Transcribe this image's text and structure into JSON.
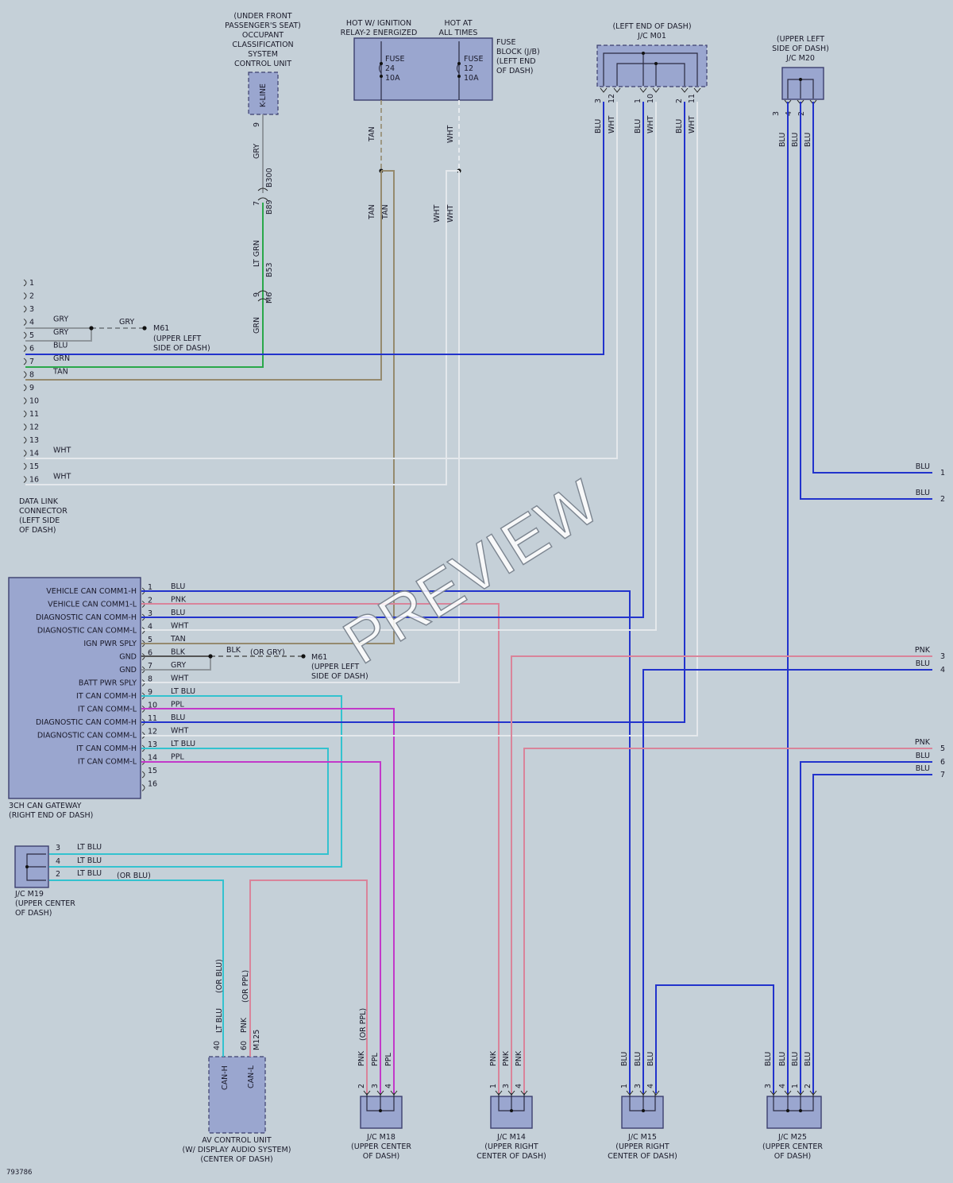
{
  "diagram_id": "793786",
  "watermark": "PREVIEW",
  "occupant_unit": {
    "lines": [
      "(UNDER FRONT",
      "PASSENGER'S SEAT)",
      "OCCUPANT",
      "CLASSIFICATION",
      "SYSTEM",
      "CONTROL UNIT"
    ],
    "pin_label": "K-LINE",
    "pin": "9"
  },
  "fuse_block": {
    "hot_ign": [
      "HOT W/ IGNITION",
      "RELAY-2 ENERGIZED"
    ],
    "hot_all": [
      "HOT AT",
      "ALL TIMES"
    ],
    "name": [
      "FUSE",
      "BLOCK (J/B)",
      "(LEFT END",
      "OF DASH)"
    ],
    "fuse1": [
      "FUSE",
      "24",
      "10A"
    ],
    "fuse2": [
      "FUSE",
      "12",
      "10A"
    ]
  },
  "jc_m01": {
    "lines": [
      "(LEFT END OF DASH)",
      "J/C M01"
    ],
    "pins": [
      "3",
      "12",
      "1",
      "10",
      "2",
      "11"
    ],
    "wires": [
      "BLU",
      "WHT",
      "BLU",
      "WHT",
      "BLU",
      "WHT"
    ]
  },
  "jc_m20": {
    "lines": [
      "(UPPER LEFT",
      "SIDE OF DASH)",
      "J/C M20"
    ],
    "pins": [
      "3",
      "4",
      "2"
    ],
    "wires": [
      "BLU",
      "BLU",
      "BLU"
    ]
  },
  "wire_labels": {
    "tan": "TAN",
    "wht": "WHT",
    "gry": "GRY",
    "ltgrn": "LT GRN",
    "grn": "GRN",
    "blk": "BLK",
    "orgry": "(OR GRY)",
    "blu": "BLU",
    "pnk": "PNK",
    "ltblu": "LT BLU",
    "orblu": "(OR BLU)",
    "orppl": "(OR PPL)",
    "ppl": "PPL"
  },
  "connectors": {
    "b300": "B300",
    "b89": "B89",
    "b53": "B53",
    "m6": "M6",
    "p7": "7",
    "p9": "9"
  },
  "m61": {
    "name": "M61",
    "lines": [
      "(UPPER LEFT",
      "SIDE OF DASH)"
    ]
  },
  "dlc": {
    "pins": [
      "1",
      "2",
      "3",
      "4",
      "5",
      "6",
      "7",
      "8",
      "9",
      "10",
      "11",
      "12",
      "13",
      "14",
      "15",
      "16"
    ],
    "wires": [
      "",
      "",
      "",
      "GRY",
      "GRY",
      "BLU",
      "GRN",
      "TAN",
      "",
      "",
      "",
      "",
      "",
      "WHT",
      "",
      "WHT"
    ],
    "lines": [
      "DATA LINK",
      "CONNECTOR",
      "(LEFT SIDE",
      "OF DASH)"
    ]
  },
  "gateway": {
    "functions": [
      "VEHICLE CAN COMM1-H",
      "VEHICLE CAN COMM1-L",
      "DIAGNOSTIC CAN COMM-H",
      "DIAGNOSTIC CAN COMM-L",
      "IGN PWR SPLY",
      "GND",
      "GND",
      "BATT PWR SPLY",
      "IT CAN COMM-H",
      "IT CAN COMM-L",
      "DIAGNOSTIC CAN COMM-H",
      "DIAGNOSTIC CAN COMM-L",
      "IT CAN COMM-H",
      "IT CAN COMM-L",
      "",
      ""
    ],
    "pins": [
      "1",
      "2",
      "3",
      "4",
      "5",
      "6",
      "7",
      "8",
      "9",
      "10",
      "11",
      "12",
      "13",
      "14",
      "15",
      "16"
    ],
    "wires": [
      "BLU",
      "PNK",
      "BLU",
      "WHT",
      "TAN",
      "BLK",
      "GRY",
      "WHT",
      "LT BLU",
      "PPL",
      "BLU",
      "WHT",
      "LT BLU",
      "PPL",
      "",
      ""
    ],
    "lines": [
      "3CH CAN GATEWAY",
      "(RIGHT END OF DASH)"
    ]
  },
  "right_outputs": [
    {
      "num": "1",
      "wire": "BLU"
    },
    {
      "num": "2",
      "wire": "BLU"
    },
    {
      "num": "3",
      "wire": "PNK"
    },
    {
      "num": "4",
      "wire": "BLU"
    },
    {
      "num": "5",
      "wire": "PNK"
    },
    {
      "num": "6",
      "wire": "BLU"
    },
    {
      "num": "7",
      "wire": "BLU"
    }
  ],
  "jc_m19": {
    "lines": [
      "J/C M19",
      "(UPPER CENTER",
      "OF DASH)"
    ],
    "pins": [
      "3",
      "4",
      "2"
    ],
    "wires": [
      "LT BLU",
      "LT BLU",
      "LT BLU"
    ]
  },
  "av_unit": {
    "lines": [
      "AV CONTROL UNIT",
      "(W/ DISPLAY AUDIO SYSTEM)",
      "(CENTER OF DASH)"
    ],
    "pin_h": "CAN-H",
    "pin_l": "CAN-L",
    "pins": [
      "40",
      "60"
    ],
    "conn": "M125"
  },
  "jc_m18": {
    "lines": [
      "J/C M18",
      "(UPPER CENTER",
      "OF DASH)"
    ],
    "pins": [
      "2",
      "3",
      "4"
    ],
    "wires": [
      "PNK",
      "PPL",
      "PPL"
    ]
  },
  "jc_m14": {
    "lines": [
      "J/C M14",
      "(UPPER RIGHT",
      "CENTER OF DASH)"
    ],
    "pins": [
      "1",
      "3",
      "4"
    ],
    "wires": [
      "PNK",
      "PNK",
      "PNK"
    ]
  },
  "jc_m15": {
    "lines": [
      "J/C M15",
      "(UPPER RIGHT",
      "CENTER OF DASH)"
    ],
    "pins": [
      "1",
      "3",
      "4"
    ],
    "wires": [
      "BLU",
      "BLU",
      "BLU"
    ]
  },
  "jc_m25": {
    "lines": [
      "J/C M25",
      "(UPPER CENTER",
      "OF DASH)"
    ],
    "pins": [
      "3",
      "4",
      "1",
      "2"
    ],
    "wires": [
      "BLU",
      "BLU",
      "BLU",
      "BLU"
    ]
  },
  "colors": {
    "blu": "#2233cc",
    "wht": "#e4e8ec",
    "gry": "#8f969c",
    "grn": "#2aa84a",
    "tan": "#958a6e",
    "pnk": "#d9849a",
    "ppl": "#c239c9",
    "ltblu": "#33c2cf",
    "box": "#9aa6cf"
  }
}
